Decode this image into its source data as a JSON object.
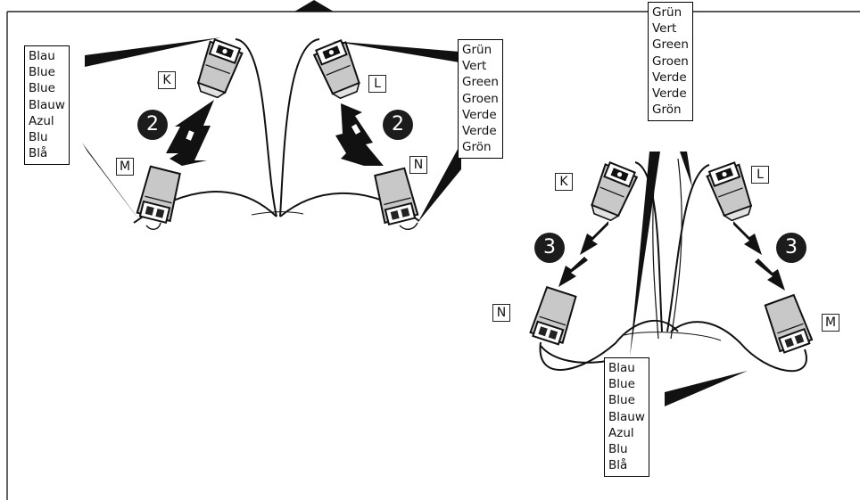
{
  "colors": {
    "ink": "#1c1c1c",
    "connector_fill": "#c8c8c8",
    "background": "#ffffff"
  },
  "labels": {
    "blue_left": [
      "Blau",
      "Blue",
      "Blue",
      "Blauw",
      "Azul",
      "Blu",
      "Blå"
    ],
    "green_left": [
      "Grün",
      "Vert",
      "Green",
      "Groen",
      "Verde",
      "Verde",
      "Grön"
    ],
    "green_right": [
      "Grün",
      "Vert",
      "Green",
      "Groen",
      "Verde",
      "Verde",
      "Grön"
    ],
    "blue_right": [
      "Blau",
      "Blue",
      "Blue",
      "Blauw",
      "Azul",
      "Blu",
      "Blå"
    ]
  },
  "tags": {
    "left_k": "K",
    "left_l": "L",
    "left_m": "M",
    "left_n": "N",
    "right_k": "K",
    "right_l": "L",
    "right_n": "N",
    "right_m": "M"
  },
  "steps": {
    "left_a": "2",
    "left_b": "2",
    "right_a": "3",
    "right_b": "3"
  }
}
